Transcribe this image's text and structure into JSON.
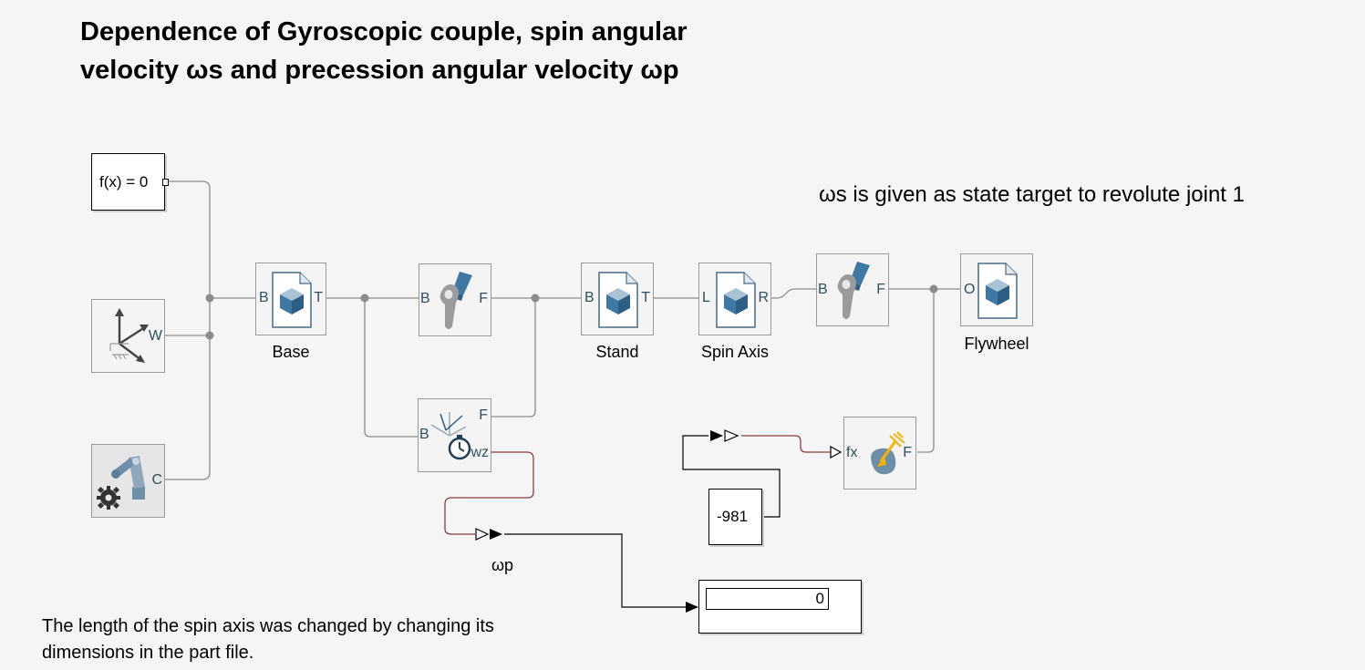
{
  "title": "Dependence of Gyroscopic couple, spin angular velocity ωs and precession angular velocity ωp",
  "notes": {
    "state_target": "ωs is given as state target to revolute joint 1",
    "spin_axis_length": "The length of the spin axis was changed by changing its dimensions in the part file."
  },
  "blocks": {
    "solver": {
      "text": "f(x) = 0"
    },
    "world": {
      "port_w": "W"
    },
    "config": {
      "port_c": "C"
    },
    "base": {
      "label": "Base",
      "port_b": "B",
      "port_t": "T"
    },
    "revolute1": {
      "port_b": "B",
      "port_f": "F"
    },
    "stand": {
      "label": "Stand",
      "port_b": "B",
      "port_t": "T"
    },
    "spin_axis": {
      "label": "Spin Axis",
      "port_l": "L",
      "port_r": "R"
    },
    "revolute2": {
      "port_b": "B",
      "port_f": "F"
    },
    "flywheel": {
      "label": "Flywheel",
      "port_o": "O"
    },
    "sensor": {
      "port_b": "B",
      "port_f": "F",
      "port_wz": "wz"
    },
    "force": {
      "port_fx": "fx",
      "port_f": "F"
    },
    "constant": {
      "value": "-981"
    },
    "display": {
      "value": "0"
    },
    "wp_signal": {
      "label": "ωp"
    }
  },
  "colors": {
    "physical_line": "#8c8c8c",
    "signal_line_ps": "#8b3a3a",
    "signal_line": "#000000",
    "body_blue": "#3f78a3",
    "accent_yellow": "#f5b400"
  }
}
